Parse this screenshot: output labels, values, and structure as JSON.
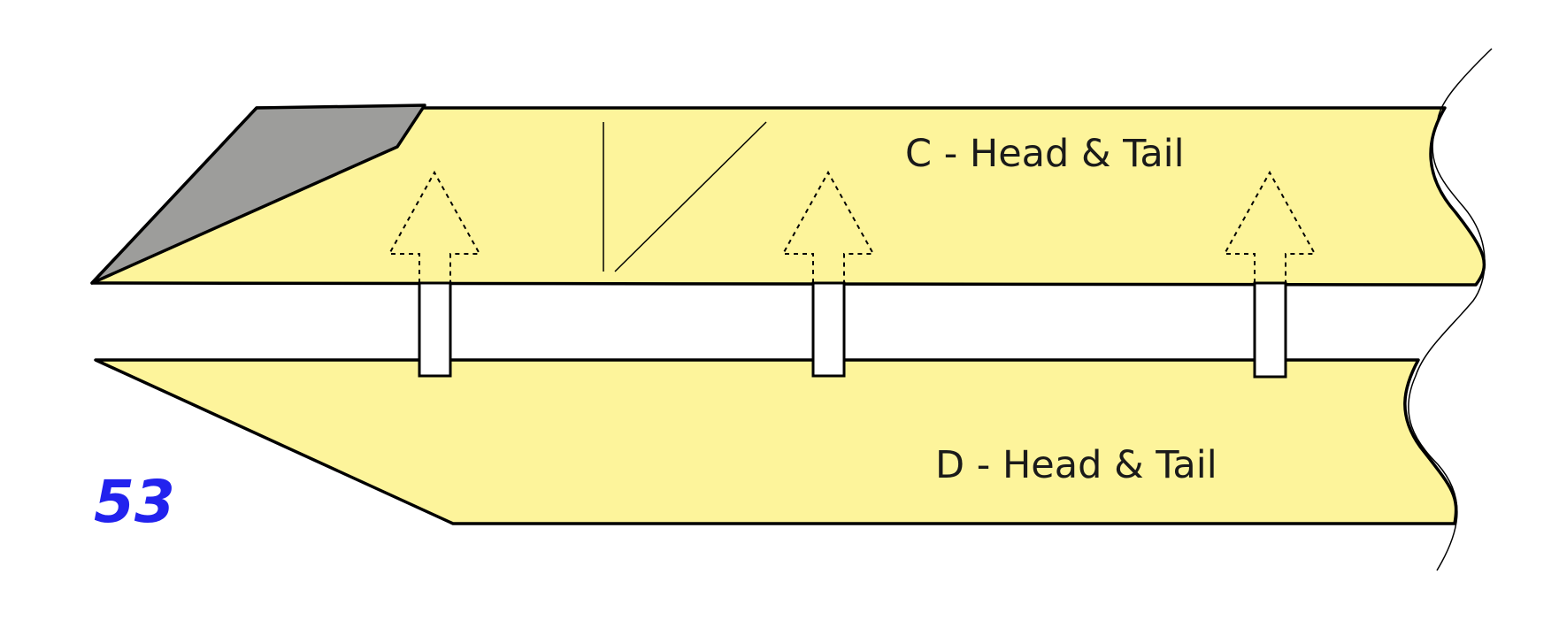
{
  "diagram": {
    "step_number": "53",
    "strip_c_label": "C - Head & Tail",
    "strip_d_label": "D - Head & Tail"
  },
  "colors": {
    "strip_fill": "#fdf49b",
    "fold_fill": "#9d9d9b",
    "outline": "#000000",
    "step_number": "#2222ee",
    "background": "#ffffff"
  }
}
